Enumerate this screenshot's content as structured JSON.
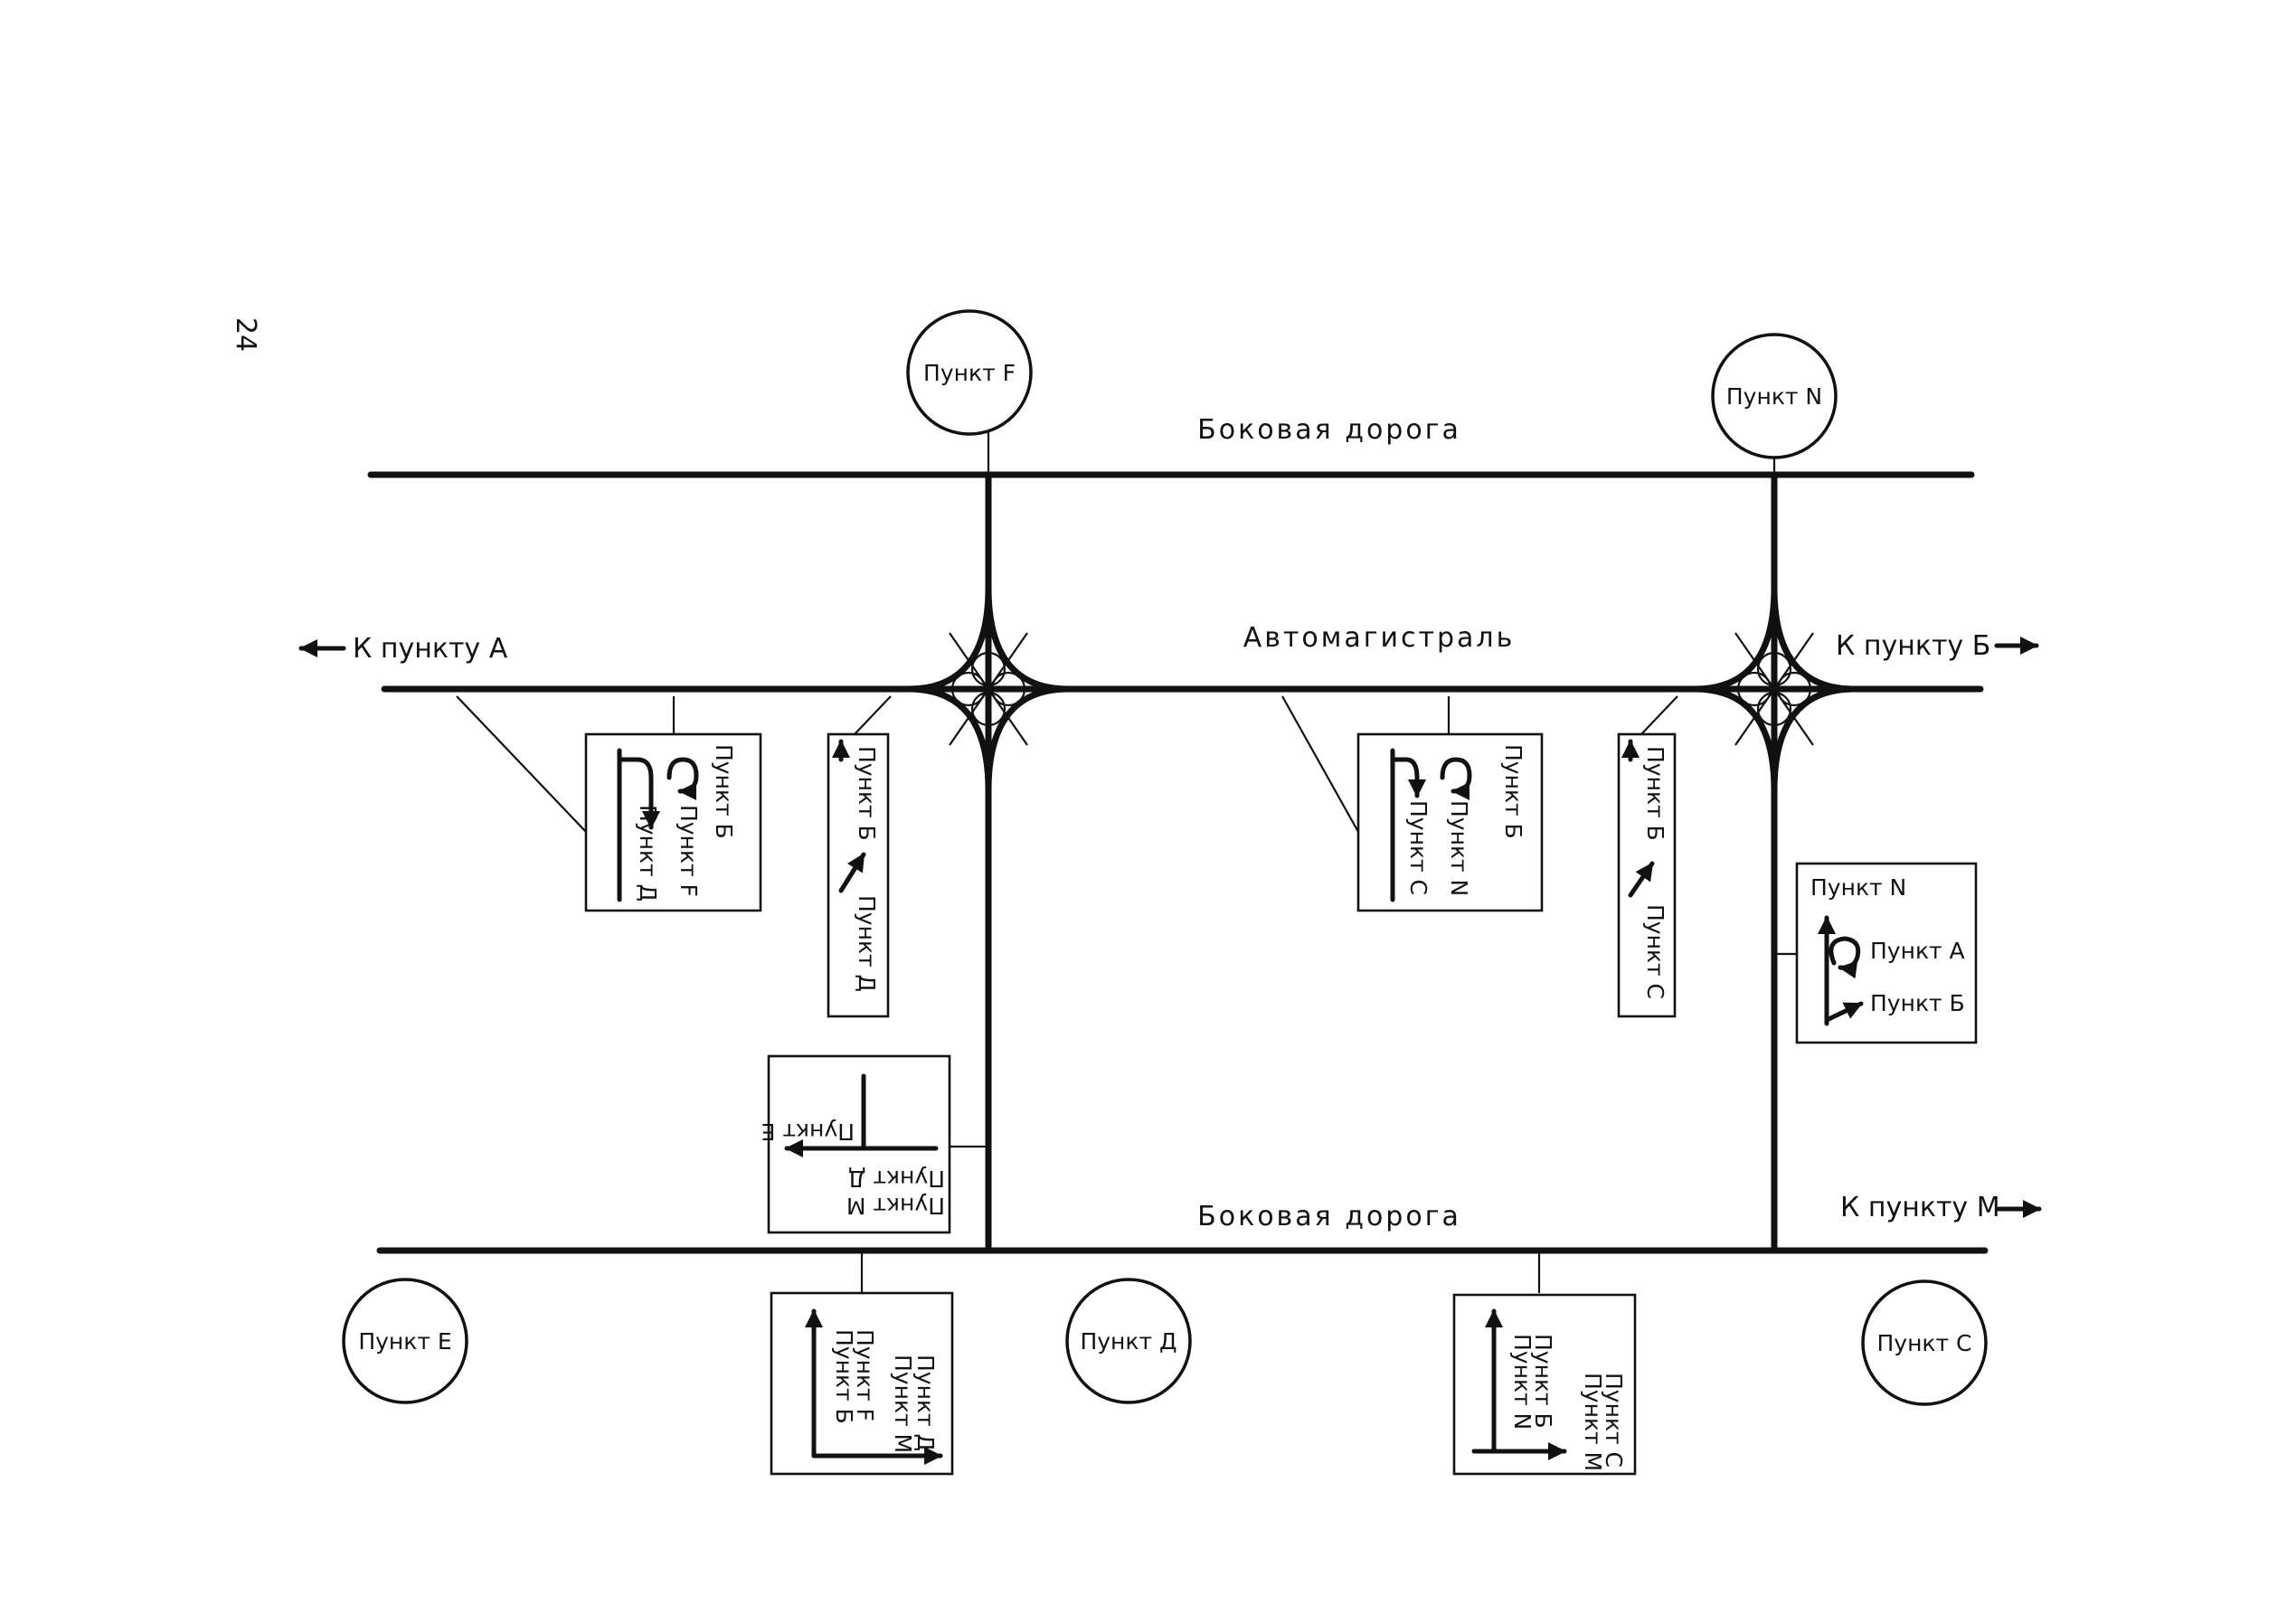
{
  "page_number": "24",
  "roads": {
    "side_road_top": "Боковая дорога",
    "highway": "Автомагистраль",
    "side_road_bottom": "Боковая дорога"
  },
  "directions": {
    "to_a": "К пункту А",
    "to_b": "К пункту Б",
    "to_m": "К пункту М"
  },
  "points": {
    "f": "Пункт F",
    "n": "Пункт N",
    "e": "Пункт Е",
    "d": "Пункт Д",
    "c": "Пункт С"
  },
  "signs": {
    "sign1": {
      "lines": [
        "Пункт Б",
        "Пункт F",
        "Пункт Д"
      ]
    },
    "sign2": {
      "lines": [
        "Пункт Б",
        "Пункт Д"
      ]
    },
    "sign3": {
      "lines": [
        "Пункт Б",
        "Пункт N",
        "Пункт С"
      ]
    },
    "sign4": {
      "lines": [
        "Пункт Б",
        "Пункт С"
      ]
    },
    "sign5": {
      "lines": [
        "Пункт N",
        "Пункт А",
        "Пункт Б"
      ]
    },
    "sign6": {
      "lines": [
        "Пункт Е",
        "Пункт Д",
        "Пункт М"
      ]
    },
    "sign7": {
      "lines": [
        "Пункт Д",
        "Пункт М",
        "Пункт F",
        "Пункт Б"
      ]
    },
    "sign8": {
      "lines": [
        "Пункт С",
        "Пункт М",
        "Пункт Б",
        "Пункт N"
      ]
    }
  },
  "colors": {
    "ink": "#111111",
    "paper": "#ffffff"
  }
}
